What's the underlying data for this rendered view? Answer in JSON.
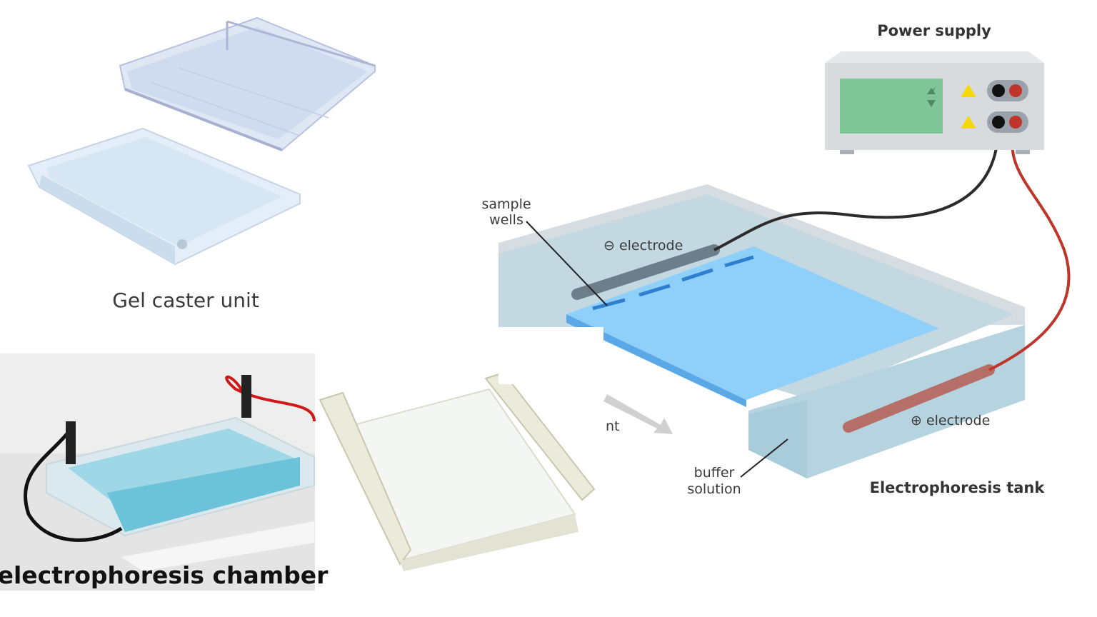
{
  "caster": {
    "label": "Gel caster unit"
  },
  "chamber_photo": {
    "label": "electrophoresis chamber"
  },
  "diagram": {
    "power_supply_title": "Power supply",
    "sample_wells_line1": "sample",
    "sample_wells_line2": "wells",
    "neg_electrode": "⊖ electrode",
    "pos_electrode": "⊕ electrode",
    "buffer_line1": "buffer",
    "buffer_line2": "solution",
    "tank_title": "Electrophoresis tank",
    "partial_text": "nt"
  },
  "colors": {
    "gel": "#8fd0fb",
    "buffer": "#b9d8e4",
    "display": "#7fc598",
    "cable_black": "#2b2b2b",
    "cable_red": "#c0352a"
  }
}
